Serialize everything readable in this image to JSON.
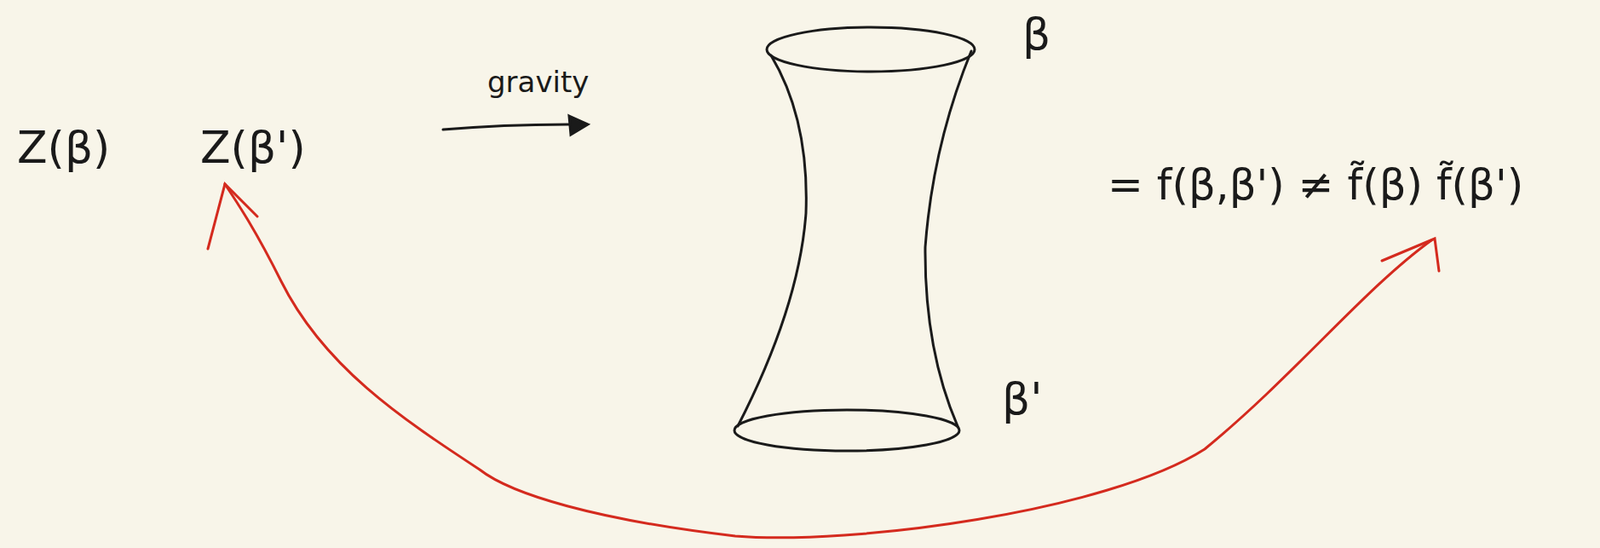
{
  "diagram": {
    "labels": [
      "Z(β)",
      "Z(β')",
      "gravity",
      "β",
      "β'",
      "= f(β,β') ≠ f̃(β) f̃(β')"
    ]
  }
}
